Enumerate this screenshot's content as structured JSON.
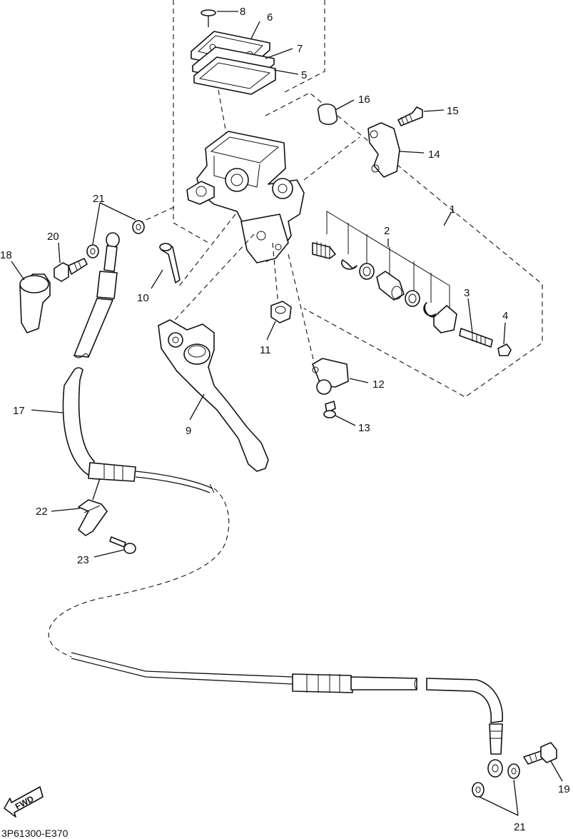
{
  "diagram": {
    "code": "3P61300-E370",
    "fwd_label": "FWD",
    "callouts": [
      "1",
      "2",
      "3",
      "4",
      "5",
      "6",
      "7",
      "8",
      "9",
      "10",
      "11",
      "12",
      "13",
      "14",
      "15",
      "16",
      "17",
      "18",
      "19",
      "20",
      "21",
      "21",
      "22",
      "23"
    ]
  }
}
